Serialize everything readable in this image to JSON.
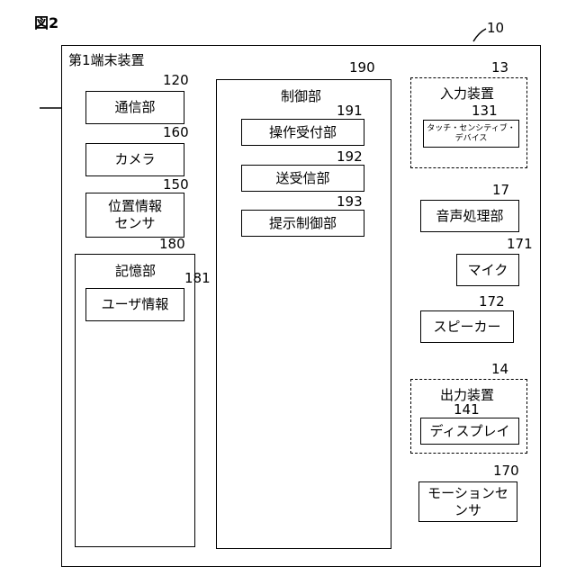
{
  "figure_label": "図2",
  "terminal": {
    "label": "第1端末装置",
    "ref": "10"
  },
  "comm": {
    "label": "通信部",
    "ref": "120"
  },
  "camera": {
    "label": "カメラ",
    "ref": "160"
  },
  "position_sensor": {
    "label_line1": "位置情報",
    "label_line2": "センサ",
    "ref": "150"
  },
  "storage": {
    "label": "記憶部",
    "ref": "180"
  },
  "user_info": {
    "label": "ユーザ情報",
    "ref": "181"
  },
  "control": {
    "label": "制御部",
    "ref": "190"
  },
  "op_receiver": {
    "label": "操作受付部",
    "ref": "191"
  },
  "transceiver": {
    "label": "送受信部",
    "ref": "192"
  },
  "present_ctrl": {
    "label": "提示制御部",
    "ref": "193"
  },
  "input_device": {
    "label": "入力装置",
    "ref": "13"
  },
  "touch_device": {
    "label_line1": "タッチ・センシティブ・",
    "label_line2": "デバイス",
    "ref": "131"
  },
  "audio": {
    "label": "音声処理部",
    "ref": "17"
  },
  "mic": {
    "label": "マイク",
    "ref": "171"
  },
  "speaker": {
    "label": "スピーカー",
    "ref": "172"
  },
  "output_device": {
    "label": "出力装置",
    "ref": "14"
  },
  "display": {
    "label": "ディスプレイ",
    "ref": "141"
  },
  "motion_sensor": {
    "label_line1": "モーションセ",
    "label_line2": "ンサ",
    "ref": "170"
  }
}
